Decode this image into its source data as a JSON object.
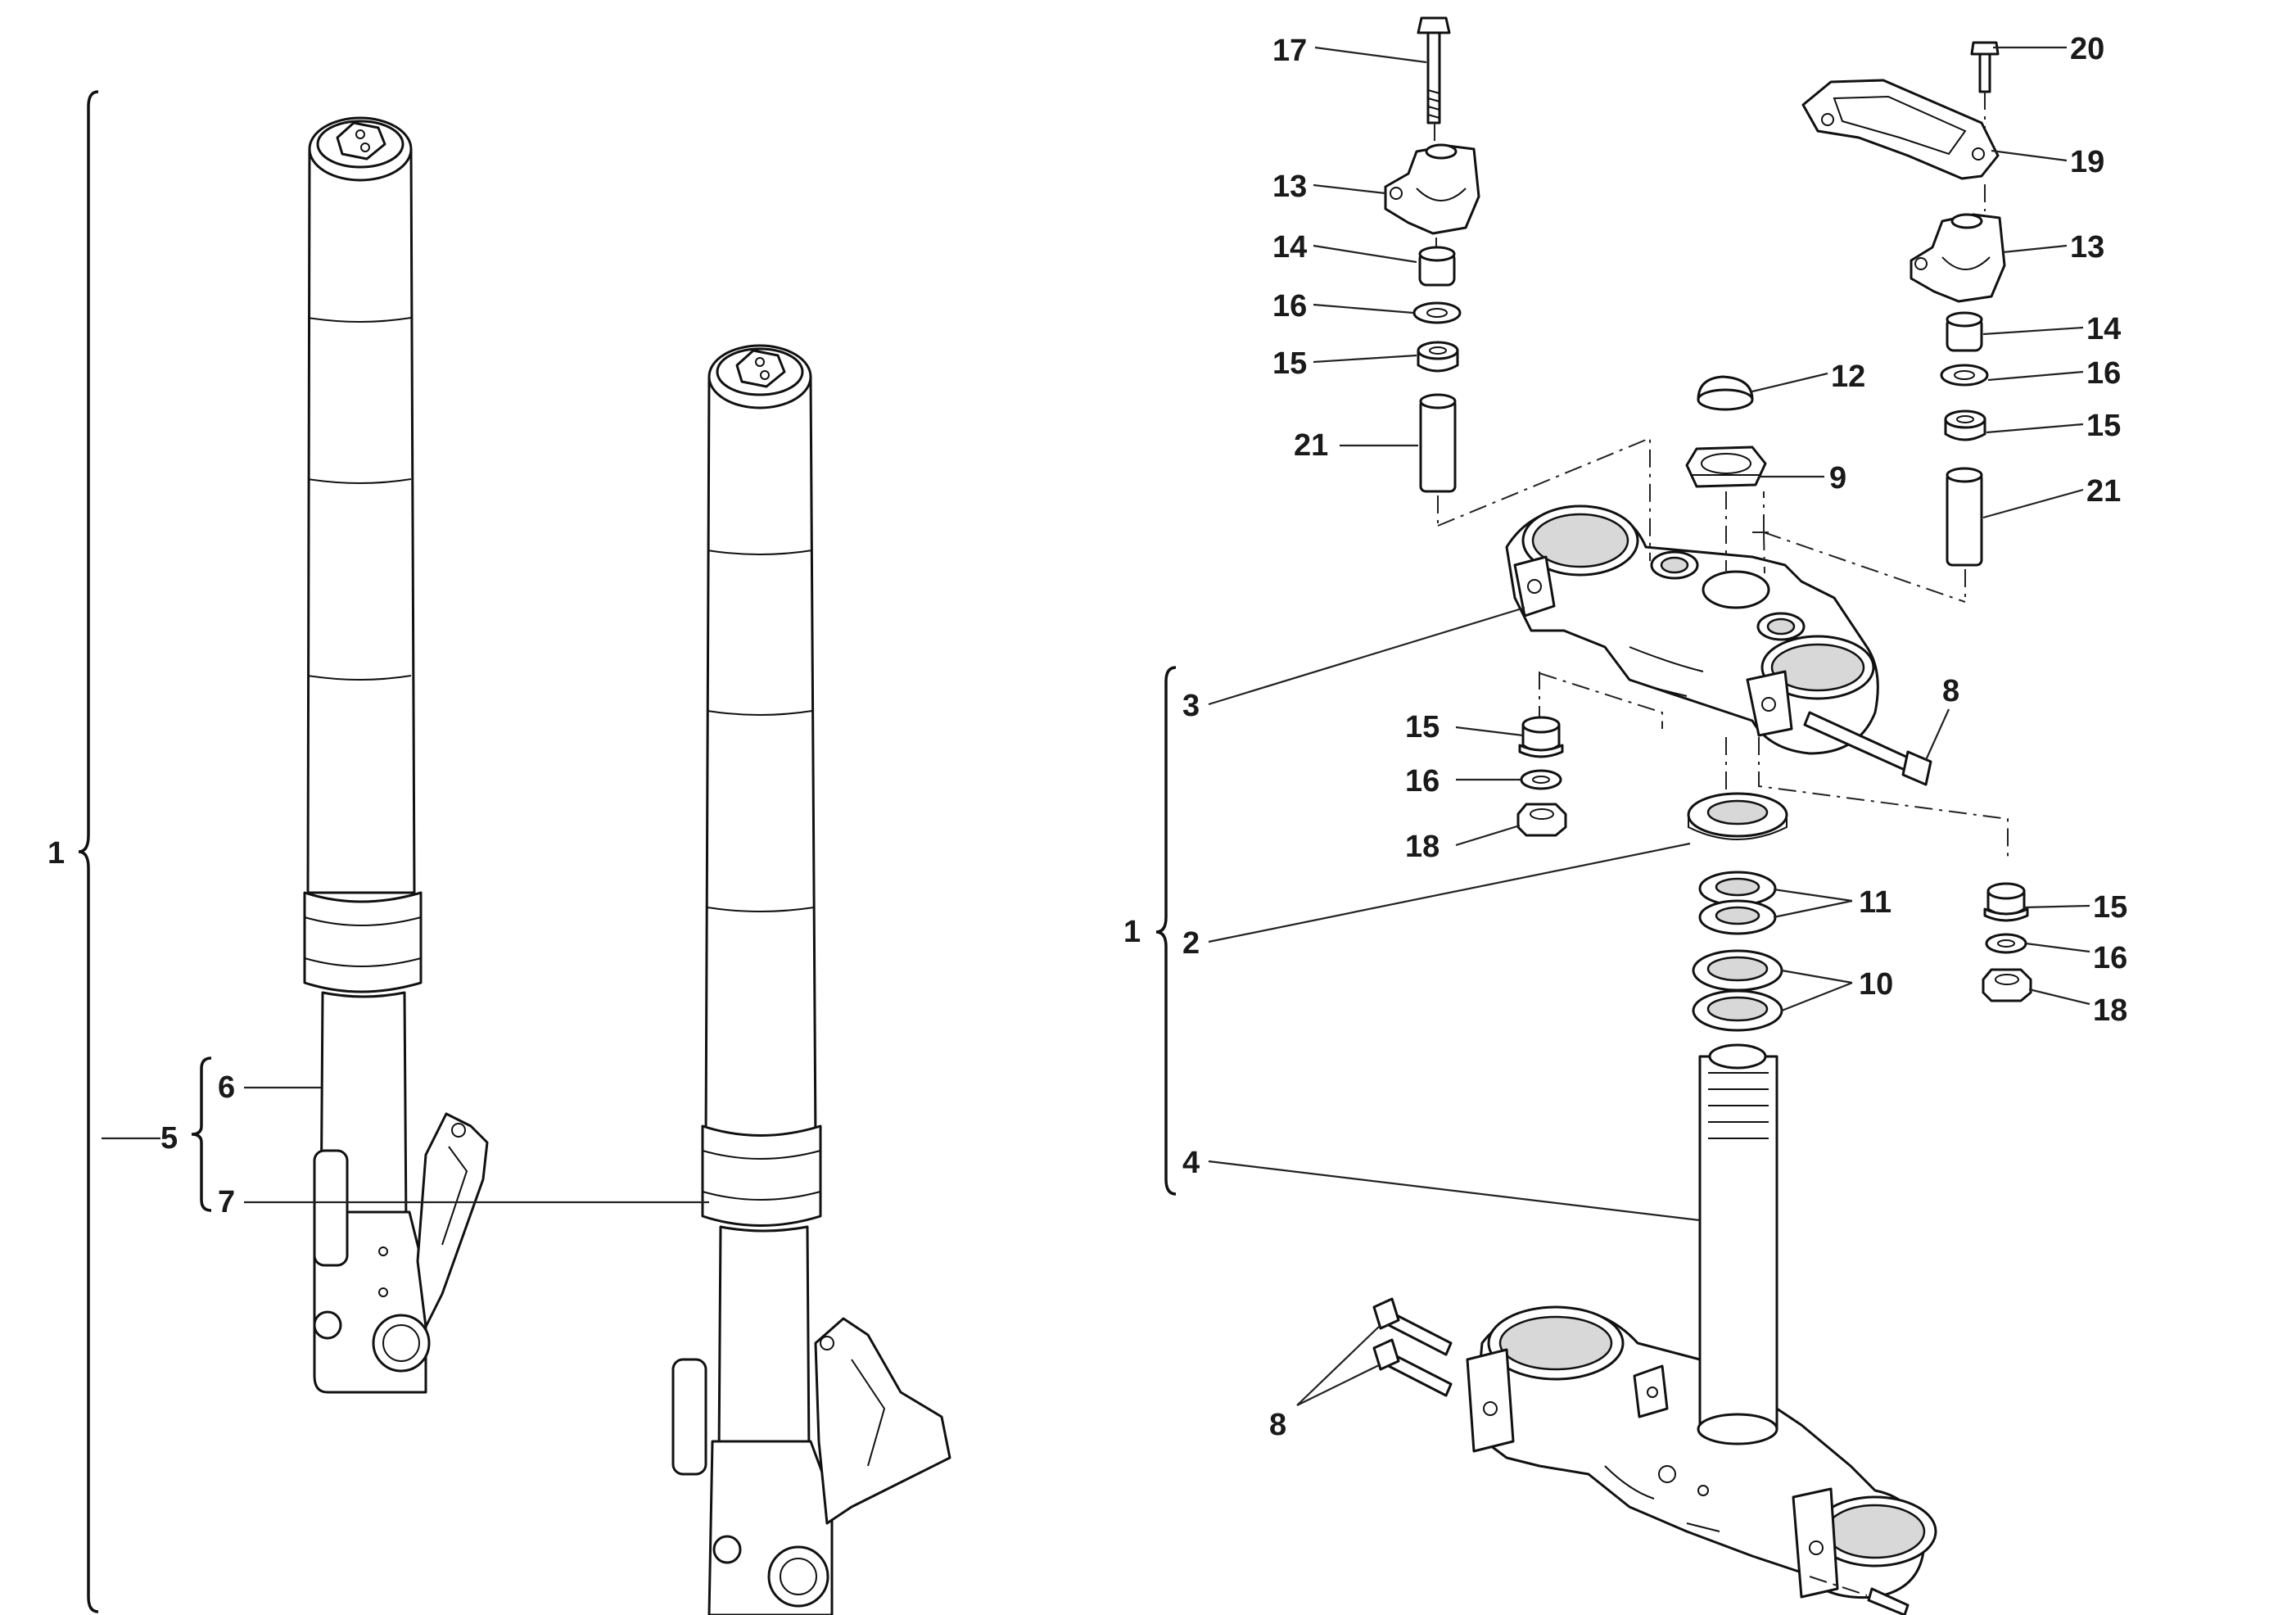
{
  "diagram": {
    "labels": {
      "l1_left": "1",
      "l5": "5",
      "l6": "6",
      "l7": "7",
      "l17": "17",
      "l13a": "13",
      "l14a": "14",
      "l16a": "16",
      "l15a": "15",
      "l21a": "21",
      "l20": "20",
      "l19": "19",
      "l13b": "13",
      "l14b": "14",
      "l16b": "16",
      "l15b": "15",
      "l21b": "21",
      "l12": "12",
      "l9": "9",
      "l3": "3",
      "l8a": "8",
      "l15c": "15",
      "l16c": "16",
      "l18a": "18",
      "l1_right": "1",
      "l2": "2",
      "l11": "11",
      "l10": "10",
      "l15d": "15",
      "l16d": "16",
      "l18b": "18",
      "l4": "4",
      "l8b": "8"
    }
  }
}
